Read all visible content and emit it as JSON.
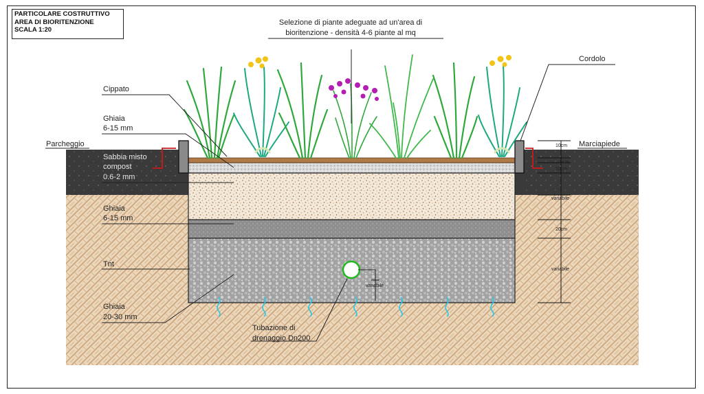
{
  "title_block": {
    "line1": "PARTICOLARE COSTRUTTIVO",
    "line2": "AREA DI BIORITENZIONE",
    "line3": "SCALA 1:20"
  },
  "callouts": {
    "plants_line1": "Selezione di piante adeguate ad un'area di",
    "plants_line2": "bioritenzione - densità 4-6 piante al mq",
    "cordolo": "Cordolo",
    "cippato": "Cippato",
    "ghiaia_top_1": "Ghiaia",
    "ghiaia_top_2": "6-15 mm",
    "parcheggio": "Parcheggio",
    "marciapiede": "Marciapiede",
    "sabbia_1": "Sabbia misto",
    "sabbia_2": "compost",
    "sabbia_3": "0.6-2 mm",
    "ghiaia_mid_1": "Ghiaia",
    "ghiaia_mid_2": "6-15 mm",
    "tnt": "Tnt",
    "ghiaia_bot_1": "Ghiaia",
    "ghiaia_bot_2": "20-30 mm",
    "tubazione_1": "Tubazione di",
    "tubazione_2": "drenaggio Dn200"
  },
  "dimensions": {
    "d1": "10cm",
    "d2": "5cm",
    "d3": "10cm",
    "d4": "variabile",
    "d5": "20cm",
    "d6": "variabile",
    "d7": "variabile"
  },
  "colors": {
    "asphalt": "#3a3a3a",
    "soil": "#ead2b4",
    "gravel_fine": "#8f8f8f",
    "gravel_coarse": "#a4a4a4",
    "sand_mix": "#f1e6d6",
    "plant_green": "#3fb84a",
    "flower_yellow": "#f2c418",
    "flower_purple": "#b21fb2",
    "water": "#29c8e6",
    "curb_red": "#d01818"
  }
}
